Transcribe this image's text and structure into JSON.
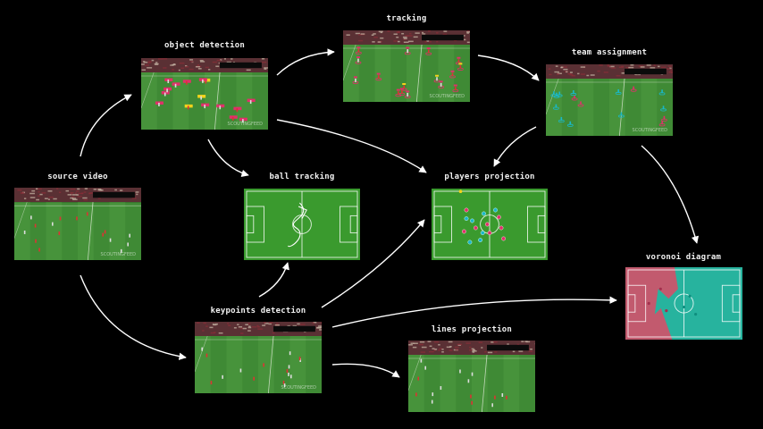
{
  "nodes": {
    "source_video": {
      "label": "source video",
      "watermark": "SCOUTINGFEED"
    },
    "object_detection": {
      "label": "object detection",
      "watermark": "SCOUTINGFEED"
    },
    "tracking": {
      "label": "tracking",
      "watermark": "SCOUTINGFEED"
    },
    "team_assignment": {
      "label": "team assignment",
      "watermark": "SCOUTINGFEED"
    },
    "ball_tracking": {
      "label": "ball tracking"
    },
    "players_projection": {
      "label": "players projection"
    },
    "keypoints_detection": {
      "label": "keypoints detection",
      "watermark": "SCOUTINGFEED"
    },
    "lines_projection": {
      "label": "lines projection"
    },
    "voronoi_diagram": {
      "label": "voronoi diagram"
    }
  },
  "edges": [
    [
      "source_video",
      "object_detection"
    ],
    [
      "source_video",
      "keypoints_detection"
    ],
    [
      "object_detection",
      "tracking"
    ],
    [
      "object_detection",
      "ball_tracking"
    ],
    [
      "object_detection",
      "players_projection"
    ],
    [
      "tracking",
      "team_assignment"
    ],
    [
      "team_assignment",
      "players_projection"
    ],
    [
      "team_assignment",
      "voronoi_diagram"
    ],
    [
      "keypoints_detection",
      "ball_tracking"
    ],
    [
      "keypoints_detection",
      "players_projection"
    ],
    [
      "keypoints_detection",
      "voronoi_diagram"
    ],
    [
      "keypoints_detection",
      "lines_projection"
    ]
  ],
  "colors": {
    "background": "#000000",
    "label": "#f2f2f2",
    "arrow": "#ffffff",
    "pitch_green": "#3a9a2e",
    "team_a": "#e0306a",
    "team_b": "#19b8c9",
    "voronoi_team_a": "#c25a6e",
    "voronoi_team_b": "#27b39e",
    "referee": "#f2d21b"
  }
}
